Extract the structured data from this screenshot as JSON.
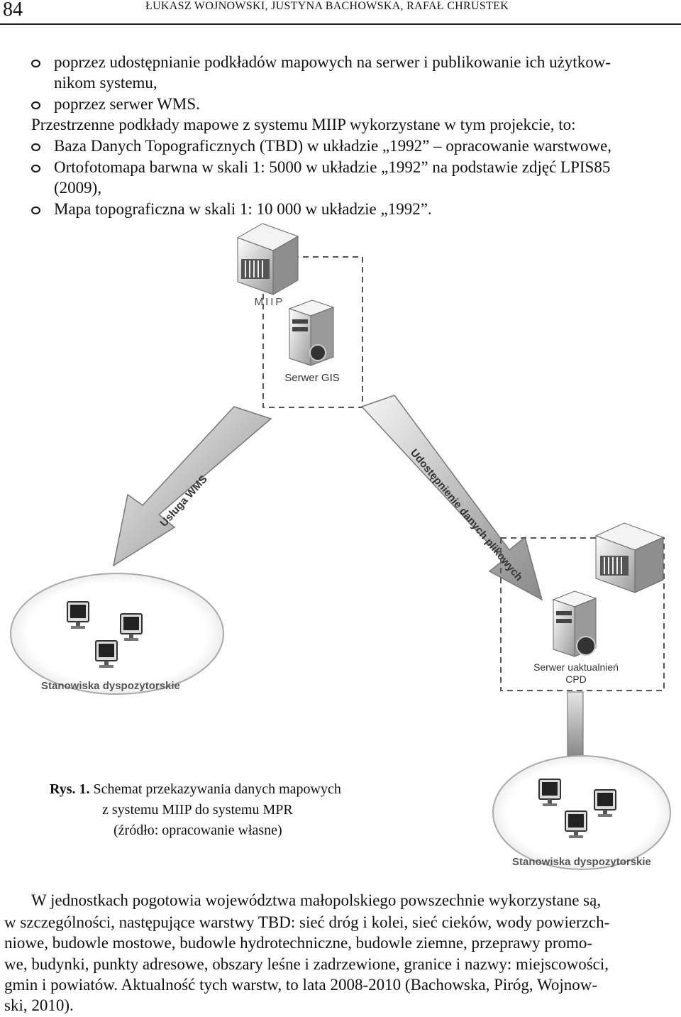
{
  "header": {
    "page_number": "84",
    "authors": "ŁUKASZ WOJNOWSKI, JUSTYNA BACHOWSKA, RAFAŁ CHRUSTEK"
  },
  "intro_list": [
    "poprzez udostępnianie podkładów mapowych na serwer i publikowanie ich użytkow-",
    "nikom systemu,",
    "poprzez serwer WMS."
  ],
  "intro_sentence": "Przestrzenne podkłady mapowe z systemu MIIP wykorzystane w tym projekcie, to:",
  "layers_list": [
    "Baza Danych Topograficznych (TBD) w układzie „1992” – opracowanie warstwowe,",
    "Ortofotomapa barwna w skali 1: 5000 w układzie „1992” na podstawie zdjęć LPIS85",
    "(2009),",
    "Mapa topograficzna w skali 1: 10 000 w układzie „1992”."
  ],
  "figure": {
    "label_miip": "MIIP",
    "label_gis": "Serwer GIS",
    "label_wms": "Usługa WMS",
    "label_files": "Udostępnienie danych plikowych",
    "label_update_1": "Serwer uaktualnień",
    "label_update_2": "CPD",
    "label_stations_left": "Stanowiska dyspozytorskie",
    "label_stations_right": "Stanowiska dyspozytorskie"
  },
  "caption": {
    "line1_bold": "Rys. 1.",
    "line1_rest": " Schemat przekazywania danych mapowych",
    "line2": "z systemu MIIP do systemu MPR",
    "line3": "(źródło: opracowanie własne)"
  },
  "paragraph": [
    "W jednostkach pogotowia województwa małopolskiego powszechnie wykorzystane są,",
    "w szczególności, następujące warstwy TBD: sieć dróg i kolei, sieć cieków, wody powierzch-",
    "niowe, budowle mostowe, budowle hydrotechniczne, budowle ziemne, przeprawy promo-",
    "we, budynki, punkty adresowe, obszary leśne i zadrzewione, granice i nazwy: miejscowości,",
    "gmin i powiatów. Aktualność tych warstw, to lata 2008-2010 (Bachowska, Piróg, Wojnow-",
    "ski, 2010)."
  ]
}
